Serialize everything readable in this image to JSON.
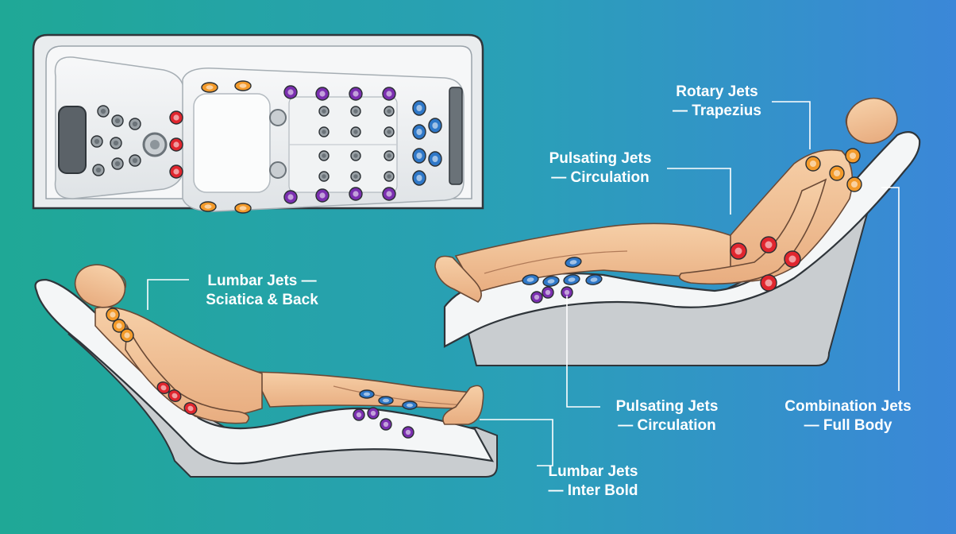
{
  "colors": {
    "background_left": "#1fa896",
    "background_right": "#3b87d8",
    "skin": "#f2c49b",
    "skin_shadow": "#d99c74",
    "lounger": "#f4f6f7",
    "lounger_base": "#c9cdd0",
    "jet_orange": "#f39a2a",
    "jet_red": "#e0262e",
    "jet_purple": "#7b2fb0",
    "jet_blue": "#2f78c8",
    "jet_gray": "#9aa1a6",
    "label_text": "#ffffff",
    "leader_line": "#ffffff"
  },
  "labels": {
    "rotary": {
      "line1": "Rotary Jets",
      "line2": "— Trapezius"
    },
    "pulsating_top": {
      "line1": "Pulsating Jets",
      "line2": "— Circulation"
    },
    "lumbar_top": {
      "line1": "Lumbar Jets —",
      "line2": "Sciatica & Back"
    },
    "pulsating_bot": {
      "line1": "Pulsating Jets",
      "line2": "— Circulation"
    },
    "combination": {
      "line1": "Combination Jets",
      "line2": "— Full Body"
    },
    "lumbar_bot": {
      "line1": "Lumbar Jets",
      "line2": "— Inter Bold"
    }
  },
  "icons": {
    "tub": "hot-tub-top-view",
    "left_figure": "reclining-person",
    "right_figure": "reclining-person"
  }
}
